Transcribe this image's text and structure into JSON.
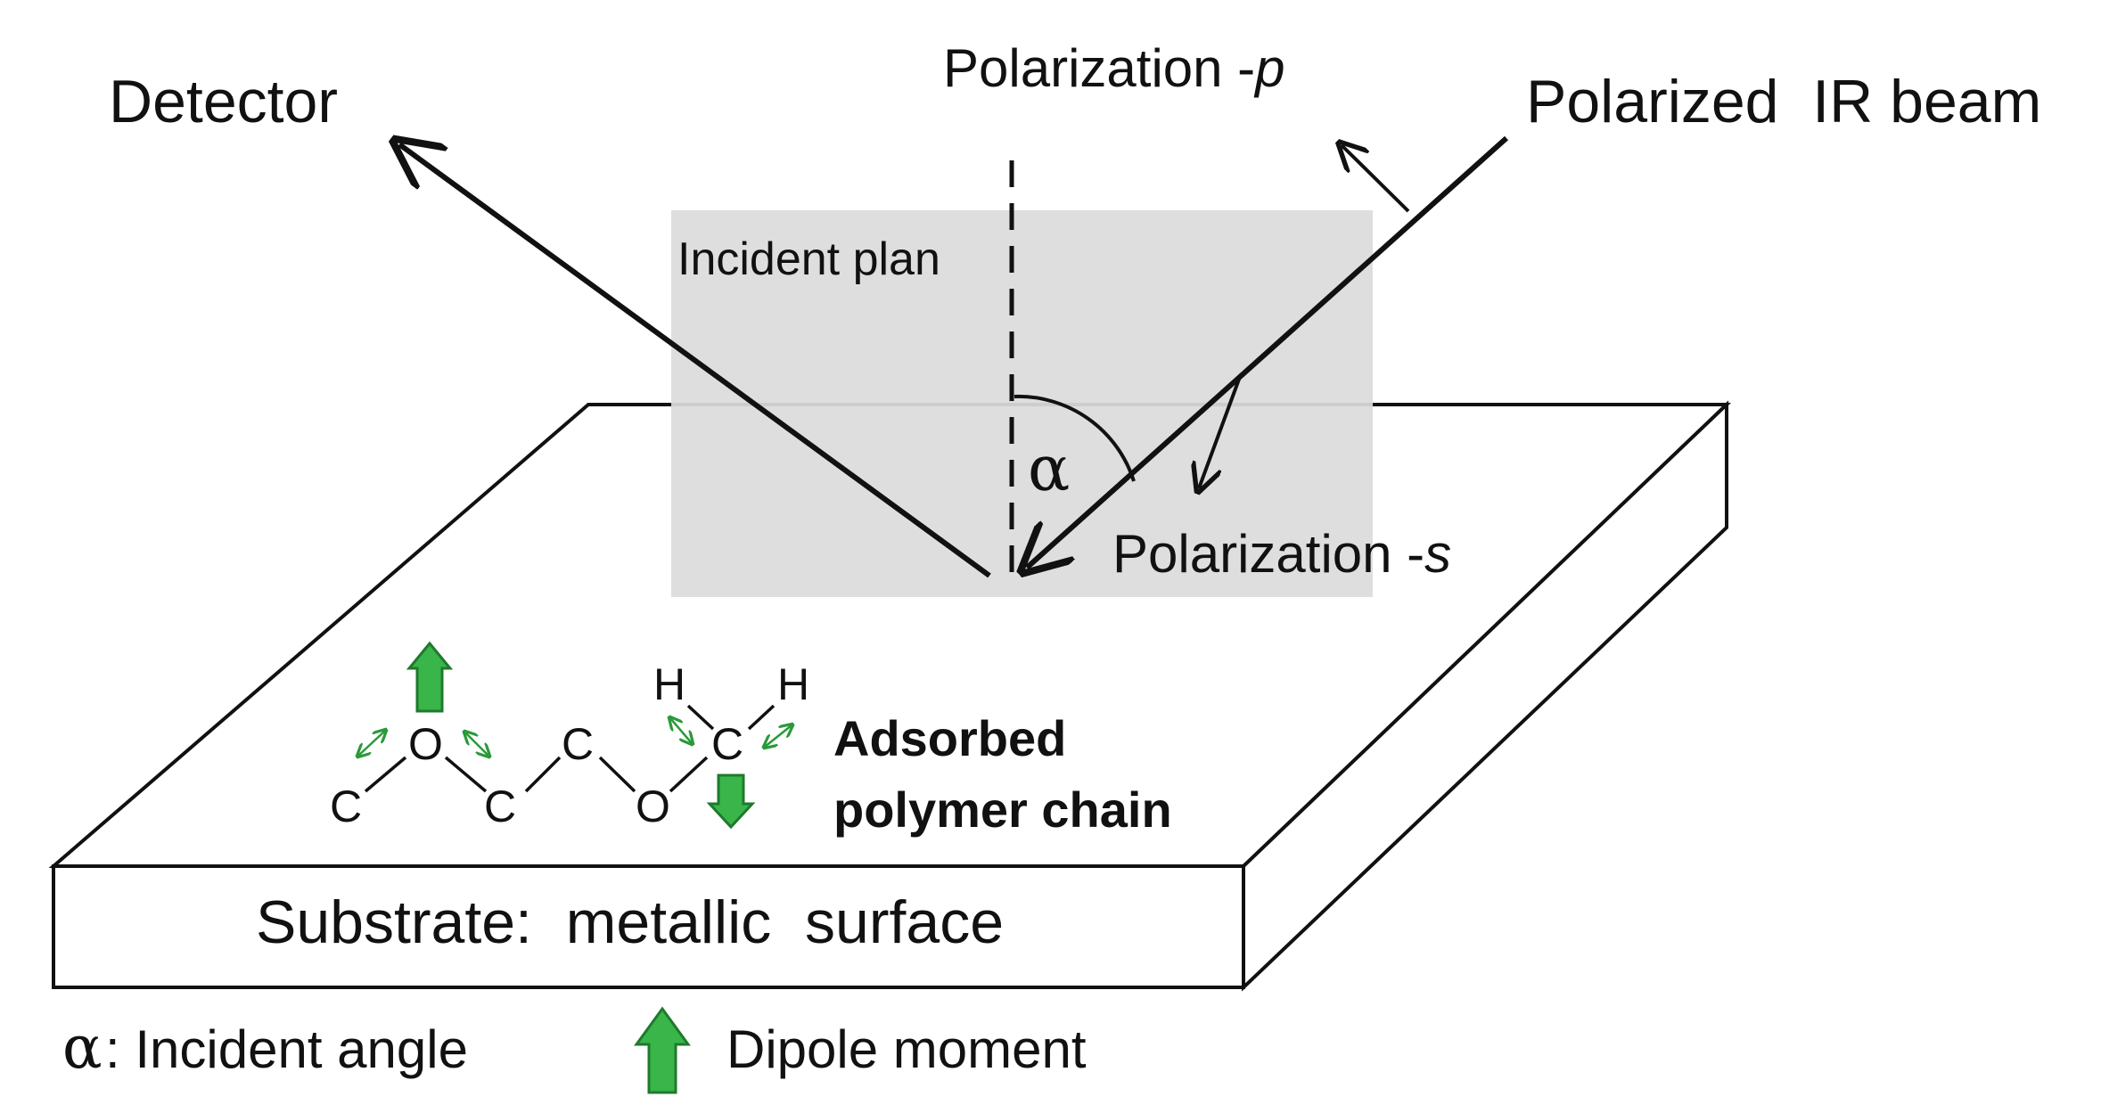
{
  "labels": {
    "detector": "Detector",
    "polarized_beam": "Polarized  IR beam",
    "pol_p_prefix": "Polarization -",
    "pol_p_letter": "p",
    "pol_s_prefix": "Polarization -",
    "pol_s_letter": "s",
    "incident_plan": "Incident plan",
    "alpha": "α",
    "adsorbed_line1": "Adsorbed",
    "adsorbed_line2": "polymer chain",
    "substrate": "Substrate:  metallic  surface"
  },
  "molecule": {
    "atoms": {
      "c1": "C",
      "o1": "O",
      "c2": "C",
      "c3": "C",
      "o2": "O",
      "c4": "C",
      "h1": "H",
      "h2": "H"
    }
  },
  "legend": {
    "alpha_symbol": "α",
    "alpha_text": ": Incident angle",
    "dipole_text": "Dipole moment"
  },
  "colors": {
    "plane": "#dcdcdc",
    "dipole_fill": "#39b54a",
    "dipole_stroke": "#1f7a2c",
    "vibration": "#2a9a3a",
    "line": "#111111"
  }
}
